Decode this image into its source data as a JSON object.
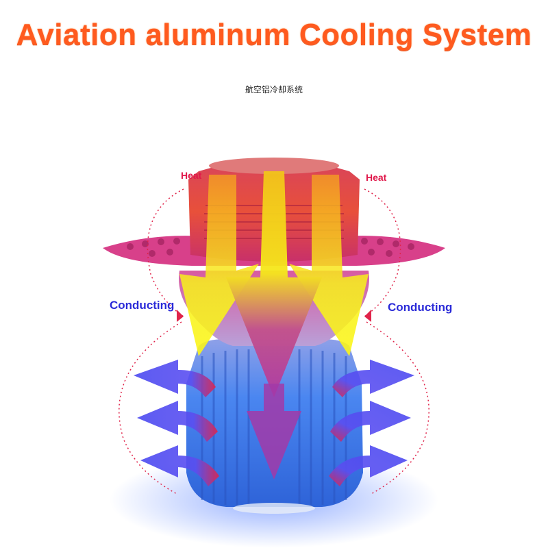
{
  "title": "Aviation aluminum Cooling System",
  "subtitle": "航空铝冷却系统",
  "labels": {
    "heat_left": "Heat",
    "heat_right": "Heat",
    "conducting_left": "Conducting",
    "conducting_right": "Conducting"
  },
  "colors": {
    "title": "#ff5a1e",
    "heat": "#e0174a",
    "conducting": "#2a2ad8",
    "hot_arrow": "#f8f21a",
    "cool_arrow": "#4a49f0",
    "flange": "#d8408a",
    "heatsink": "#3c7ae8"
  }
}
